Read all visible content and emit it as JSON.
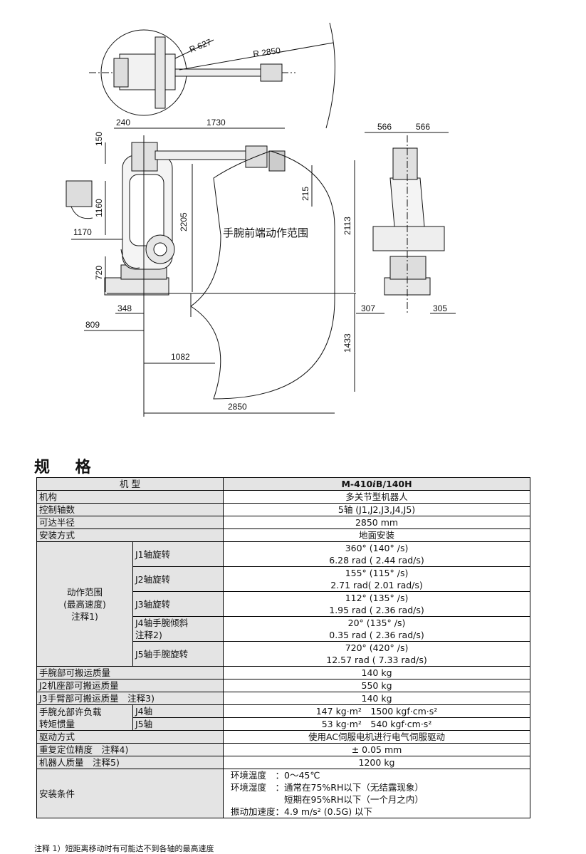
{
  "drawing": {
    "dims": {
      "r627": "R 627",
      "r2850": "R 2850",
      "d240": "240",
      "d1730": "1730",
      "d150": "150",
      "d1160": "1160",
      "d1170": "1170",
      "d2205": "2205",
      "d215": "215",
      "d2113": "2113",
      "d720": "720",
      "d348": "348",
      "d809": "809",
      "d1082": "1082",
      "d1433": "1433",
      "d2850": "2850",
      "d566a": "566",
      "d566b": "566",
      "d307": "307",
      "d305": "305"
    },
    "range_label": "手腕前端动作范围"
  },
  "spec": {
    "title": "规 格",
    "header_label": "机 型",
    "model_prefix": "M-410",
    "model_i": "i",
    "model_suffix": "B/140H",
    "rows": {
      "mechanism": {
        "label": "机构",
        "value": "多关节型机器人"
      },
      "axes": {
        "label": "控制轴数",
        "value": "5轴 (J1,J2,J3,J4,J5)"
      },
      "reach": {
        "label": "可达半径",
        "value": "2850 mm"
      },
      "install": {
        "label": "安装方式",
        "value": "地面安装"
      }
    },
    "motion": {
      "group_line1": "动作范围",
      "group_line2": "(最高速度)",
      "group_line3": "注释1)",
      "j1": {
        "label": "J1轴旋转",
        "deg": "360° (140° /s)",
        "rad": "6.28 rad ( 2.44 rad/s)"
      },
      "j2": {
        "label": "J2轴旋转",
        "deg": "155° (115° /s)",
        "rad": "2.71 rad( 2.01 rad/s)"
      },
      "j3": {
        "label": "J3轴旋转",
        "deg": "112° (135° /s)",
        "rad": "1.95 rad ( 2.36 rad/s)"
      },
      "j4": {
        "label1": "J4轴手腕倾斜",
        "label2": "注释2)",
        "deg": "20° (135° /s)",
        "rad": "0.35 rad ( 2.36 rad/s)"
      },
      "j5": {
        "label": "J5轴手腕旋转",
        "deg": "720° (420° /s)",
        "rad": "12.57 rad ( 7.33 rad/s)"
      }
    },
    "payload": {
      "label": "手腕部可搬运质量",
      "value": "140 kg"
    },
    "j2base": {
      "label": "J2机座部可搬运质量",
      "value": "550 kg"
    },
    "j3arm": {
      "label": "J3手臂部可搬运质量　注释3)",
      "value": "140 kg"
    },
    "inertia": {
      "label1": "手腕允部许负载",
      "label2": "转矩惯量",
      "j4": {
        "label": "J4轴",
        "value": "147 kg·m²　1500 kgf·cm·s²"
      },
      "j5": {
        "label": "J5轴",
        "value": "53 kg·m²　540 kgf·cm·s²"
      }
    },
    "drive": {
      "label": "驱动方式",
      "value": "使用AC伺服电机进行电气伺服驱动"
    },
    "repeat": {
      "label": "重复定位精度　注释4)",
      "value": "± 0.05 mm"
    },
    "mass": {
      "label": "机器人质量　注释5)",
      "value": "1200 kg"
    },
    "conditions": {
      "label": "安装条件",
      "temp": "环境温度　：0～45℃",
      "hum": "环境湿度　：通常在75%RH以下（无结露现象）",
      "hum2": "　　　　　　短期在95%RH以下（一个月之内）",
      "vib": "振动加速度：4.9 m/s² (0.5G) 以下"
    },
    "footnote": "注释 1）短距离移动时有可能达不到各轴的最高速度"
  }
}
